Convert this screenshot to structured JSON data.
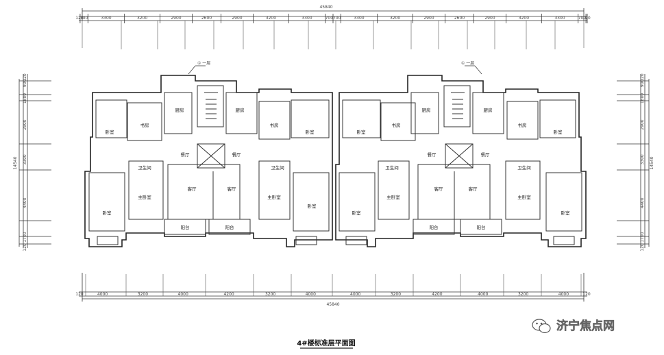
{
  "drawing": {
    "title": "4#楼标准层平面图",
    "watermark": "济宁焦点网",
    "total_dimension": "45840",
    "top_dimensions": [
      "120",
      "700",
      "3300",
      "3200",
      "2900",
      "2600",
      "2900",
      "3200",
      "3300",
      "700",
      "700",
      "3300",
      "3200",
      "2900",
      "2600",
      "2900",
      "3200",
      "3300",
      "700",
      "120"
    ],
    "bottom_dimensions": [
      "120",
      "4000",
      "3200",
      "4000",
      "4200",
      "3200",
      "4000",
      "4000",
      "3200",
      "4200",
      "4000",
      "3200",
      "4000",
      "120"
    ],
    "left_dimensions": [
      "120",
      "900",
      "1800",
      "2900",
      "3300",
      "4400",
      "1700",
      "120"
    ],
    "left_total": "14540",
    "right_dimensions": [
      "120",
      "900",
      "1800",
      "2900",
      "3300",
      "4400",
      "1700",
      "120"
    ],
    "right_total": "14540",
    "stair_tag": "① 一层",
    "room_labels": {
      "bedroom": "卧室",
      "kitchen": "厨房",
      "bath": "卫生间",
      "living": "客厅",
      "dining": "餐厅",
      "balcony": "阳台",
      "master_bedroom": "主卧室",
      "study": "书房"
    }
  }
}
